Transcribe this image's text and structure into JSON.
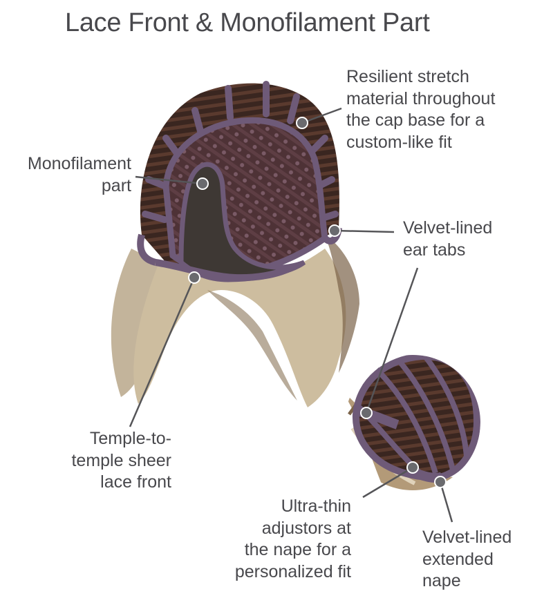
{
  "title": "Lace Front & Monofilament Part",
  "callouts": {
    "monofilament": "Monofilament\npart",
    "stretch": "Resilient stretch\nmaterial throughout\nthe cap base for a\ncustom-like fit",
    "ear_tabs": "Velvet-lined\near tabs",
    "lace_front": "Temple-to-\ntemple sheer\nlace front",
    "adjustors": "Ultra-thin\nadjustors at\nthe nape for a\npersonalized fit",
    "nape": "Velvet-lined\nextended\nnape"
  },
  "colors": {
    "text": "#48484c",
    "leader": "#555558",
    "dot": "#6a6a6e",
    "band": "#6e5a78",
    "cap_dark": "#3a2620",
    "hair": "#c9b79a"
  }
}
